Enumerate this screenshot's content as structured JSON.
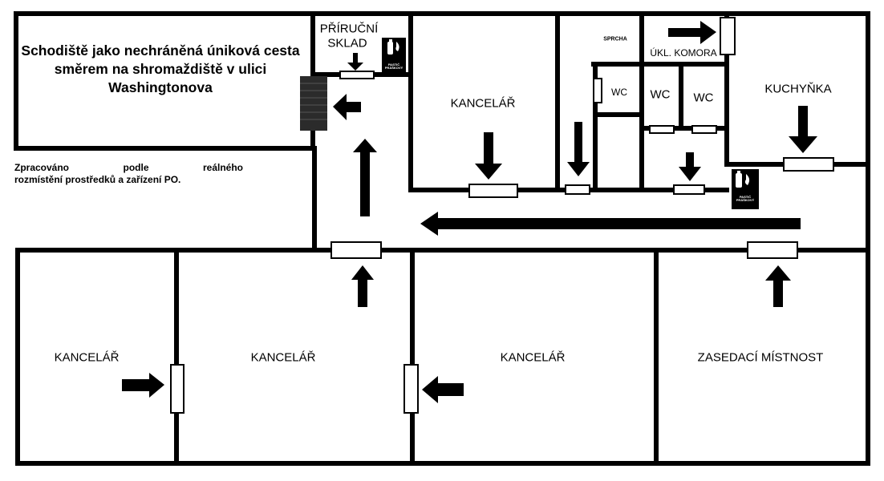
{
  "heading": "Schodiště jako nechráněná úniková cesta směrem na shromaždiště v ulici Washingtonova",
  "note": {
    "line1": "Zpracováno podle reálného",
    "line2": "rozmístění prostředků a zařízení PO."
  },
  "rooms": {
    "store": {
      "line1": "PŘÍRUČNÍ",
      "line2": "SKLAD"
    },
    "office_north": "KANCELÁŘ",
    "shower": "SPRCHA",
    "cleaning": "ÚKL. KOMORA",
    "wc_1": "WC",
    "wc_2": "WC",
    "wc_3": "WC",
    "kitchen": "KUCHYŇKA",
    "office_sw": "KANCELÁŘ",
    "office_s2": "KANCELÁŘ",
    "office_s3": "KANCELÁŘ",
    "meeting": "ZASEDACÍ MÍSTNOST"
  },
  "extinguisher": {
    "icon": "fire-extinguisher-icon",
    "text": "PASTIČ PRÁŠKOVÝ"
  },
  "colors": {
    "wall": "#000000",
    "background": "#ffffff",
    "arrow": "#000000",
    "stairs": "#2b2b2b"
  }
}
